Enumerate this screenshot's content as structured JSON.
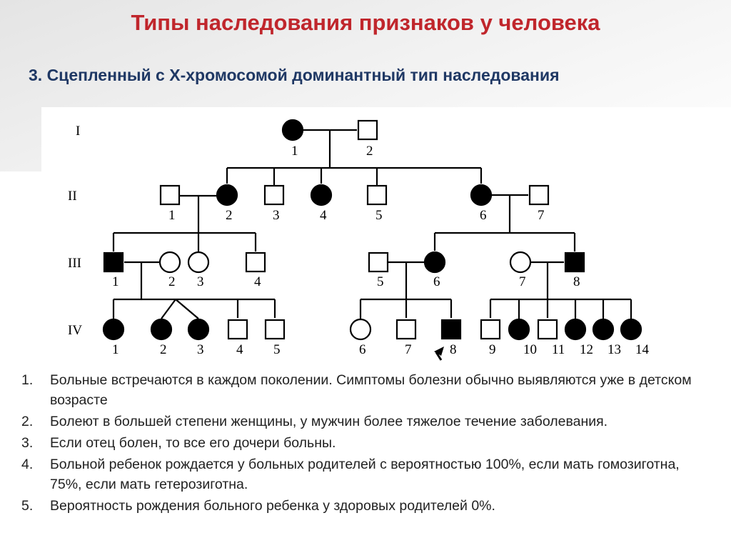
{
  "title": "Типы наследования признаков у человека",
  "subtitle": "3. Сцепленный с Х-хромосомой доминантный  тип наследования",
  "pedigree": {
    "generations": [
      "I",
      "II",
      "III",
      "IV"
    ],
    "affected_color": "#000000",
    "individuals": {
      "I": [
        {
          "n": "1",
          "sex": "female",
          "affected": true
        },
        {
          "n": "2",
          "sex": "male",
          "affected": false
        }
      ],
      "II": [
        {
          "n": "1",
          "sex": "male",
          "affected": false
        },
        {
          "n": "2",
          "sex": "female",
          "affected": true
        },
        {
          "n": "3",
          "sex": "male",
          "affected": false
        },
        {
          "n": "4",
          "sex": "female",
          "affected": true
        },
        {
          "n": "5",
          "sex": "male",
          "affected": false
        },
        {
          "n": "6",
          "sex": "female",
          "affected": true
        },
        {
          "n": "7",
          "sex": "male",
          "affected": false
        }
      ],
      "III": [
        {
          "n": "1",
          "sex": "male",
          "affected": true
        },
        {
          "n": "2",
          "sex": "female",
          "affected": false
        },
        {
          "n": "3",
          "sex": "female",
          "affected": false
        },
        {
          "n": "4",
          "sex": "male",
          "affected": false
        },
        {
          "n": "5",
          "sex": "male",
          "affected": false
        },
        {
          "n": "6",
          "sex": "female",
          "affected": true
        },
        {
          "n": "7",
          "sex": "female",
          "affected": false
        },
        {
          "n": "8",
          "sex": "male",
          "affected": true
        }
      ],
      "IV": [
        {
          "n": "1",
          "sex": "female",
          "affected": true
        },
        {
          "n": "2",
          "sex": "female",
          "affected": true
        },
        {
          "n": "3",
          "sex": "female",
          "affected": true
        },
        {
          "n": "4",
          "sex": "male",
          "affected": false
        },
        {
          "n": "5",
          "sex": "male",
          "affected": false
        },
        {
          "n": "6",
          "sex": "female",
          "affected": false
        },
        {
          "n": "7",
          "sex": "male",
          "affected": false
        },
        {
          "n": "8",
          "sex": "male",
          "affected": true,
          "proband": true
        },
        {
          "n": "9",
          "sex": "male",
          "affected": false
        },
        {
          "n": "10",
          "sex": "female",
          "affected": true
        },
        {
          "n": "11",
          "sex": "male",
          "affected": false
        },
        {
          "n": "12",
          "sex": "female",
          "affected": true
        },
        {
          "n": "13",
          "sex": "female",
          "affected": true
        },
        {
          "n": "14",
          "sex": "female",
          "affected": true
        }
      ]
    }
  },
  "notes": [
    {
      "num": "1.",
      "text": "Больные встречаются в каждом поколении. Симптомы болезни обычно выявляются уже в детском возрасте"
    },
    {
      "num": "2.",
      "text": "Болеют в большей степени женщины, у мужчин более тяжелое течение заболевания."
    },
    {
      "num": "3.",
      "text": "Если отец болен, то все его дочери больны."
    },
    {
      "num": "4.",
      "text": "Больной ребенок рождается у больных родителей с вероятностью 100%, если мать гомозиготна, 75%, если мать гетерозиготна."
    },
    {
      "num": "5.",
      "text": "Вероятность рождения больного ребенка у здоровых родителей 0%."
    }
  ]
}
